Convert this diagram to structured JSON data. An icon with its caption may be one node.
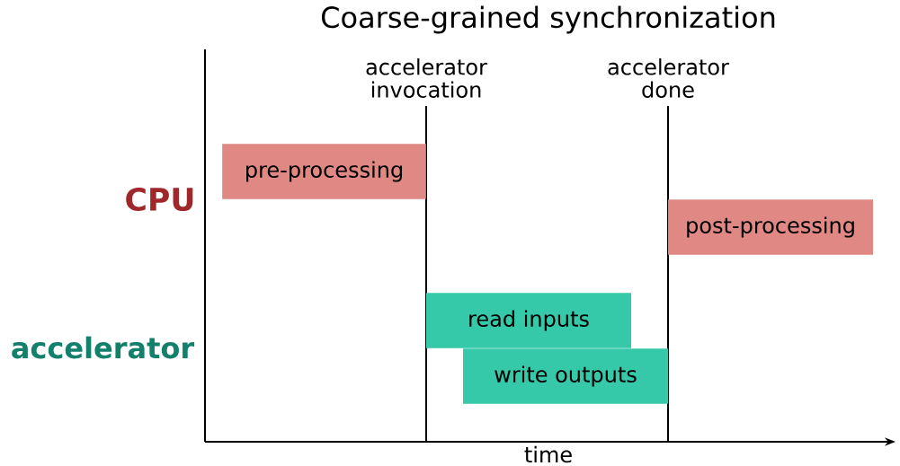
{
  "diagram": {
    "title": "Coarse-grained synchronization",
    "nodes": [
      {
        "text": [
          "pre-processing"
        ]
      },
      {
        "text": [
          "post-processing"
        ]
      },
      {
        "text": [
          "read inputs"
        ]
      },
      {
        "text": [
          "write outputs"
        ]
      }
    ],
    "labels": [
      "accelerator invocation",
      "accelerator done",
      "CPU",
      "accelerator",
      "time"
    ]
  }
}
